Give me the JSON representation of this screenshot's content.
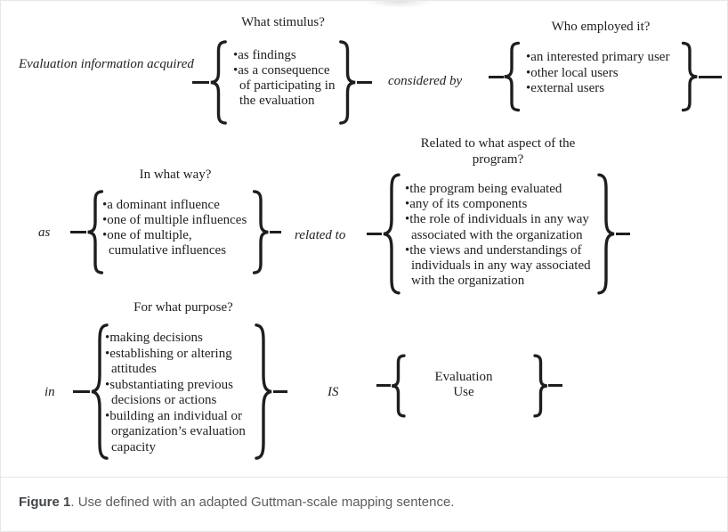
{
  "colors": {
    "figure_text": "#1f1f1f",
    "brace_stroke": "#1e1e1e",
    "caption_text": "#5a5d61",
    "caption_label": "#41454a",
    "panel_border": "#e7e7e7"
  },
  "figure": {
    "groups": [
      {
        "label": "Evaluation information acquired",
        "question": "What stimulus?",
        "lines": [
          "•as findings",
          "•as a consequence",
          "of participating in",
          "the evaluation"
        ]
      },
      {
        "label": "considered by",
        "question": "Who employed it?",
        "lines": [
          "•an interested primary user",
          "•other local users",
          "•external users"
        ]
      },
      {
        "label": "as",
        "question": "In what way?",
        "lines": [
          "•a dominant influence",
          "•one of multiple influences",
          "•one of multiple,",
          "cumulative influences"
        ]
      },
      {
        "label": "related to",
        "question": "Related to what aspect of the program?",
        "lines": [
          "•the program being evaluated",
          "•any of its components",
          "•the role of individuals in any way",
          "associated with the organization",
          "•the views and understandings of",
          "individuals in any way associated",
          "with the organization"
        ]
      },
      {
        "label": "in",
        "question": "For what purpose?",
        "lines": [
          "•making decisions",
          "•establishing or altering",
          "attitudes",
          "•substantiating previous",
          "decisions or actions",
          "•building an individual or",
          "organization’s evaluation",
          "capacity"
        ]
      },
      {
        "label": "IS",
        "lines": [
          "Evaluation",
          "Use"
        ]
      }
    ],
    "caption": {
      "label": "Figure 1",
      "text": ". Use defined with an adapted Guttman-scale mapping sentence."
    }
  }
}
